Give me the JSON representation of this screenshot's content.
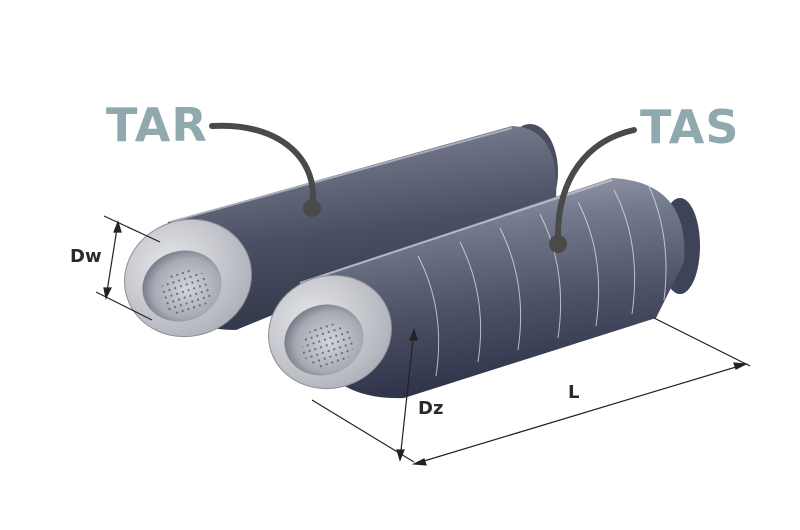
{
  "labels": {
    "tar": "TAR",
    "tas": "TAS",
    "dw": "Dw",
    "dz": "Dz",
    "l": "L"
  },
  "colors": {
    "label_teal": "#8fa9ae",
    "leader_line": "#4a4a4a",
    "dimension_line": "#222222",
    "tube_body": "#5f6478",
    "tube_rim": "#c9cbd0"
  }
}
